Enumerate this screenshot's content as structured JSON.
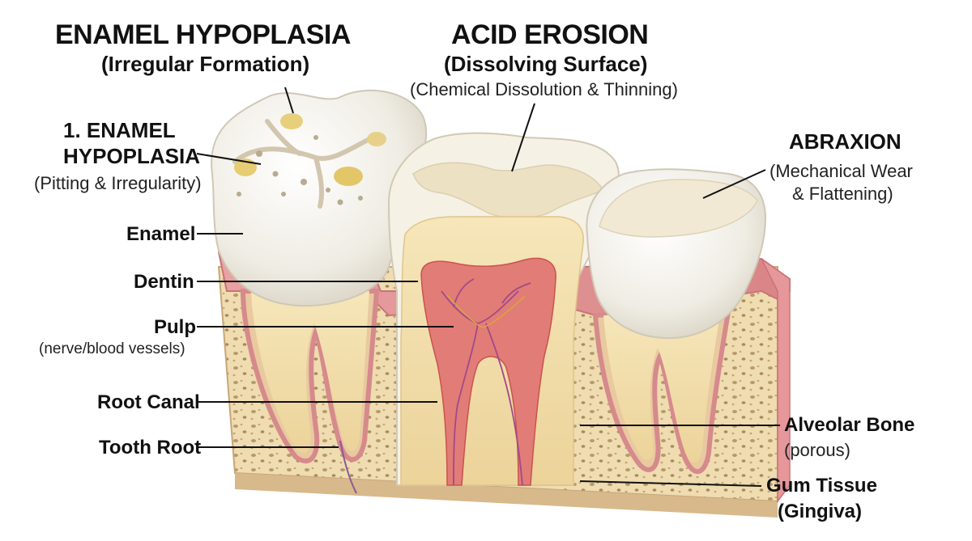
{
  "colors": {
    "enamel": "#f4f1e8",
    "dentin": "#f3e3b2",
    "pulp": "#d9706c",
    "gum": "#e79a9c",
    "bone": "#efdcb0",
    "leader": "#111111"
  },
  "headings": {
    "hypoplasia_title": "ENAMEL HYPOPLASIA",
    "hypoplasia_sub": "(Irregular Formation)",
    "erosion_title": "ACID EROSION",
    "erosion_sub": "(Dissolving Surface)",
    "erosion_desc": "(Chemical Dissolution & Thinning)",
    "abraxion_title": "ABRAXION",
    "abraxion_desc1": "(Mechanical Wear",
    "abraxion_desc2": "& Flattening)"
  },
  "left_labels": {
    "pitting_title1": "1. ENAMEL",
    "pitting_title2": "HYPOPLASIA",
    "pitting_desc": "(Pitting & Irregularity)",
    "enamel": "Enamel",
    "dentin": "Dentin",
    "pulp": "Pulp",
    "pulp_desc": "(nerve/blood vessels)",
    "root_canal": "Root Canal",
    "tooth_root": "Tooth Root"
  },
  "right_labels": {
    "alveolar": "Alveolar Bone",
    "alveolar_desc": "(porous)",
    "gum": "Gum Tissue",
    "gum_desc": "(Gingiva)"
  }
}
